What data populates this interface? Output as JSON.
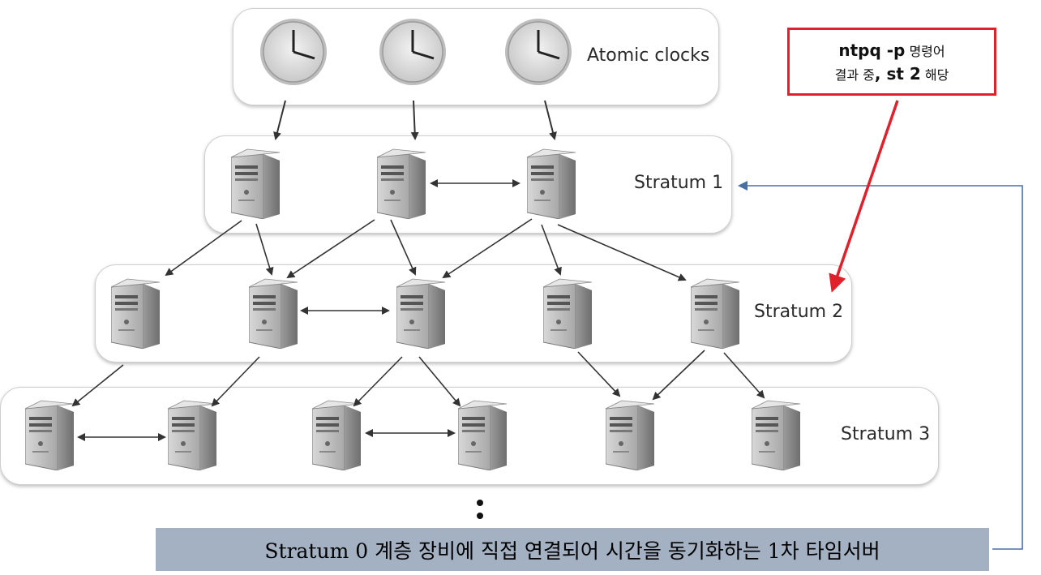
{
  "tiers": {
    "clocks": "Atomic clocks",
    "stratum1": "Stratum 1",
    "stratum2": "Stratum 2",
    "stratum3": "Stratum 3"
  },
  "callout": {
    "command": "ntpq -p",
    "line1_suffix": " 명령어",
    "line2_prefix": "결과 중",
    "line2_bold": ", st 2",
    "line2_suffix": " 해당"
  },
  "caption": "Stratum 0 계층 장비에 직접 연결되어 시간을 동기화하는 1차 타임서버",
  "colors": {
    "callout_border": "#e0202b",
    "caption_bg": "#a3b1c3",
    "feedback_arrow": "#4a6fa5",
    "arrow": "#333333"
  },
  "icons": {
    "clock": "clock-icon",
    "server": "server-icon"
  }
}
